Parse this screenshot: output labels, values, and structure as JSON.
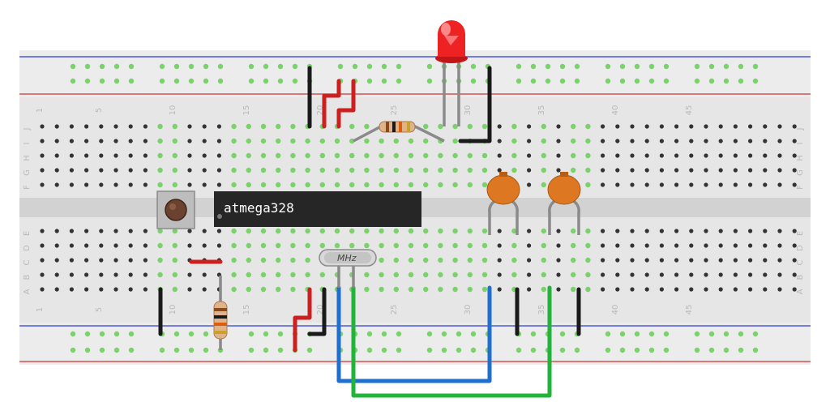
{
  "chip": {
    "label": "atmega328"
  },
  "crystal": {
    "label": "MHz"
  },
  "column_numbers": [
    "1",
    "5",
    "10",
    "15",
    "20",
    "25",
    "30",
    "35",
    "40",
    "45"
  ],
  "row_letters_top": [
    "J",
    "I",
    "H",
    "G",
    "F"
  ],
  "row_letters_bottom": [
    "E",
    "D",
    "C",
    "B",
    "A"
  ],
  "colors": {
    "board": "#e6e6e6",
    "rail_blue": "#2b3bd1",
    "rail_red": "#cc3333",
    "wire_red": "#cc1f1f",
    "wire_black": "#1a1a1a",
    "wire_blue": "#1f6fd1",
    "wire_green": "#22b33a",
    "lead_grey": "#8a8a8a",
    "led_red": "#ee2222",
    "capacitor": "#dd7722",
    "chip_body": "#262626",
    "highlight_hole": "#7bd26b",
    "hole": "#333333"
  }
}
